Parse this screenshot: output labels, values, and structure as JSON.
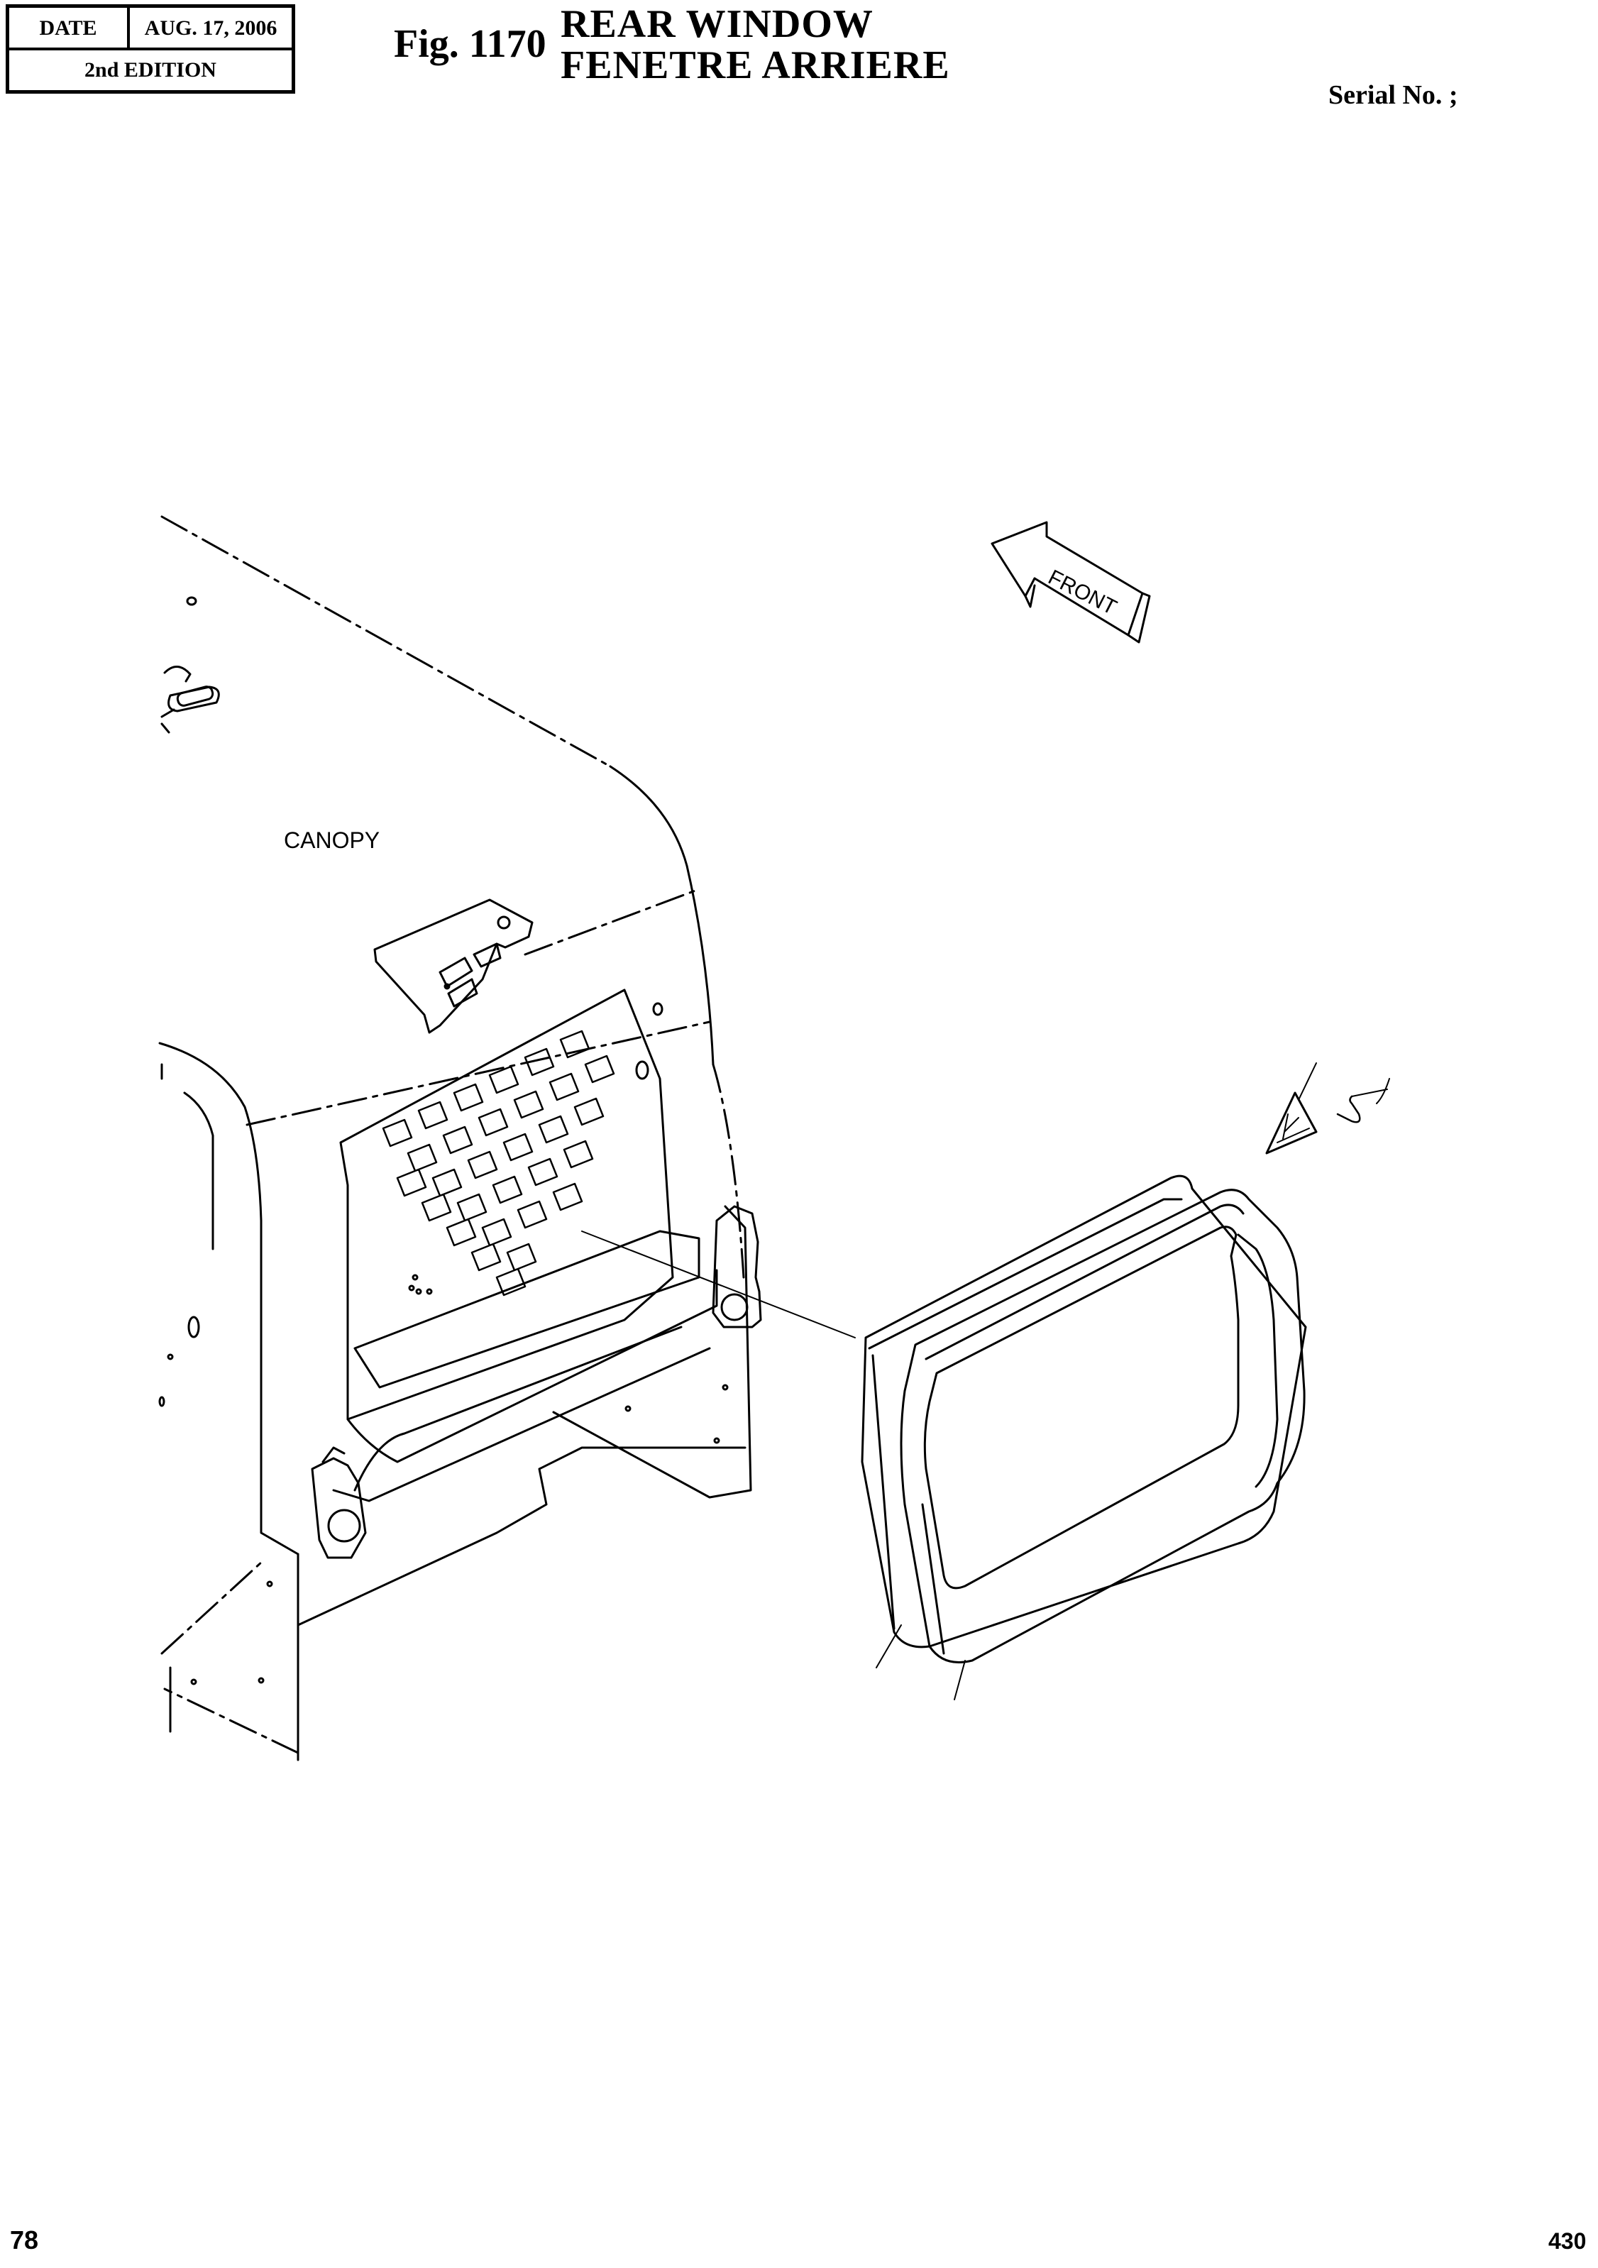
{
  "header": {
    "date_label": "DATE",
    "date_value": "AUG. 17, 2006",
    "edition": "2nd EDITION",
    "fig_number": "Fig. 1170",
    "title_en": "REAR WINDOW",
    "title_fr": "FENETRE ARRIERE",
    "serial_label": "Serial No. ;"
  },
  "drawing": {
    "canopy_label": "CANOPY",
    "front_label": "FRONT",
    "line_color": "#000000"
  },
  "footer": {
    "page_number": "78",
    "sheet_number": "430"
  }
}
